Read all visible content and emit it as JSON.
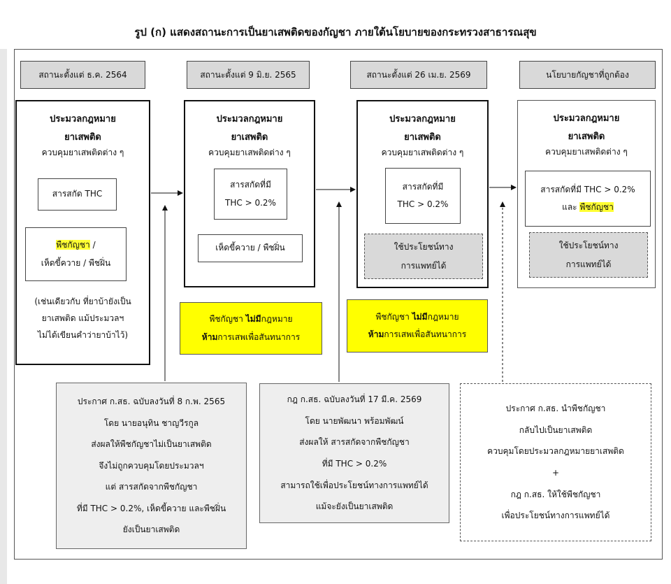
{
  "title": "รูป (ก) แสดงสถานะการเป็นยาเสพติดของกัญชา ภายใต้นโยบายของกระทรวงสาธารณสุข",
  "headers": [
    "สถานะตั้งแต่ ธ.ค. 2564",
    "สถานะตั้งแต่ 9 มิ.ย. 2565",
    "สถานะตั้งแต่ 26 เม.ย. 2569",
    "นโยบายกัญชาที่ถูกต้อง"
  ],
  "law": {
    "title1": "ประมวลกฎหมาย",
    "title2": "ยาเสพติด",
    "sub": "ควบคุมยาเสพติดต่าง ๆ"
  },
  "col1": {
    "extract": "สารสกัด THC",
    "plant_hl": "พืชกัญชา",
    "plant_rest": " /",
    "plant_line2": "เห็ดขี้ควาย / พืชฝิ่น",
    "note": [
      "(เช่นเดียวกับ ที่ยาบ้ายังเป็น",
      "ยาเสพติด แม้ประมวลฯ",
      "ไม่ได้เขียนคำว่ายาบ้าไว้)"
    ]
  },
  "col2": {
    "extract": [
      "สารสกัดที่มี",
      "THC > 0.2%"
    ],
    "mush": "เห็ดขี้ควาย / พืชฝิ่น"
  },
  "col3": {
    "extract": [
      "สารสกัดที่มี",
      "THC > 0.2%"
    ],
    "medical": [
      "ใช้ประโยชน์ทาง",
      "การแพทย์ได้"
    ]
  },
  "col4": {
    "extract_line1": "สารสกัดที่มี THC > 0.2%",
    "extract_line2_pre": "และ ",
    "extract_line2_hl": "พืชกัญชา",
    "medical": [
      "ใช้ประโยชน์ทาง",
      "การแพทย์ได้"
    ]
  },
  "yellow": {
    "l1_pre": "พืชกัญชา ",
    "l1_bold": "ไม่มี",
    "l1_post": "กฎหมาย",
    "l2_bold": "ห้าม",
    "l2_post": "การเสพเพื่อสันทนาการ"
  },
  "bottom1": [
    "ประกาศ ก.สธ. ฉบับลงวันที่ 8 ก.พ. 2565",
    "โดย นายอนุทิน ชาญวีรกูล",
    "ส่งผลให้พืชกัญชาไม่เป็นยาเสพติด",
    "จึงไม่ถูกควบคุมโดยประมวลฯ",
    "แต่ สารสกัดจากพืชกัญชา",
    "ที่มี THC > 0.2%, เห็ดขี้ควาย และพืชฝิ่น",
    "ยังเป็นยาเสพติด"
  ],
  "bottom2": [
    "กฎ ก.สธ. ฉบับลงวันที่ 17 มี.ค. 2569",
    "โดย นายพัฒนา พร้อมพัฒน์",
    "ส่งผลให้ สารสกัดจากพืชกัญชา",
    "ที่มี THC > 0.2%",
    "สามารถใช้เพื่อประโยชน์ทางการแพทย์ได้",
    "แม้จะยังเป็นยาเสพติด"
  ],
  "bottom3": [
    "ประกาศ ก.สธ. นำพืชกัญชา",
    "กลับไปเป็นยาเสพติด",
    "ควบคุมโดยประมวลกฎหมายยาเสพติด",
    "+",
    "กฎ ก.สธ. ให้ใช้พืชกัญชา",
    "เพื่อประโยชน์ทางการแพทย์ได้"
  ]
}
